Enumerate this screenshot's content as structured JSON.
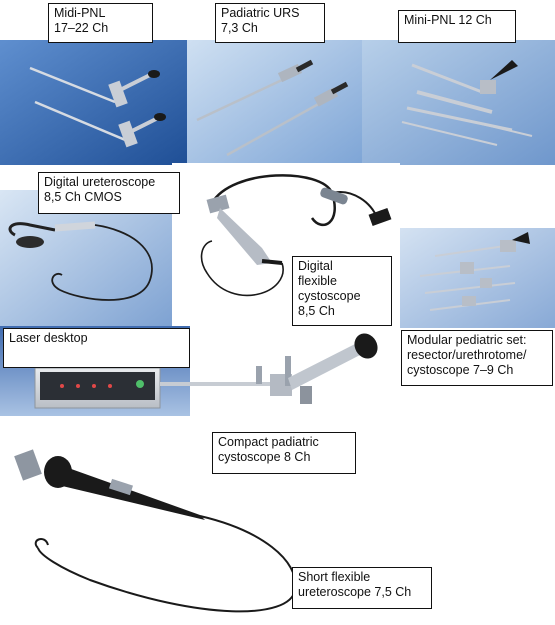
{
  "labels": {
    "midi_pnl": "Midi-PNL\n17–22 Ch",
    "padiatric_urs": "Padiatric URS\n7,3 Ch",
    "mini_pnl": "Mini-PNL 12 Ch",
    "digital_ureteroscope": "Digital ureteroscope\n8,5 Ch CMOS",
    "digital_flexible_cystoscope": "Digital\nflexible\ncystoscope\n8,5 Ch",
    "modular_pediatric_set": "Modular pediatric set:\nresector/urethrotome/\ncystoscope 7–9 Ch",
    "laser_desktop": "Laser desktop",
    "compact_padiatric_cystoscope": "Compact padiatric\ncystoscope 8 Ch",
    "short_flexible_ureteroscope": "Short flexible\nureteroscope 7,5 Ch"
  },
  "colors": {
    "photo_blue_dark": "#1f4f96",
    "photo_blue_light": "#8fb3df",
    "instrument_steel": "#c9ced6",
    "instrument_black": "#1a1a1a"
  }
}
